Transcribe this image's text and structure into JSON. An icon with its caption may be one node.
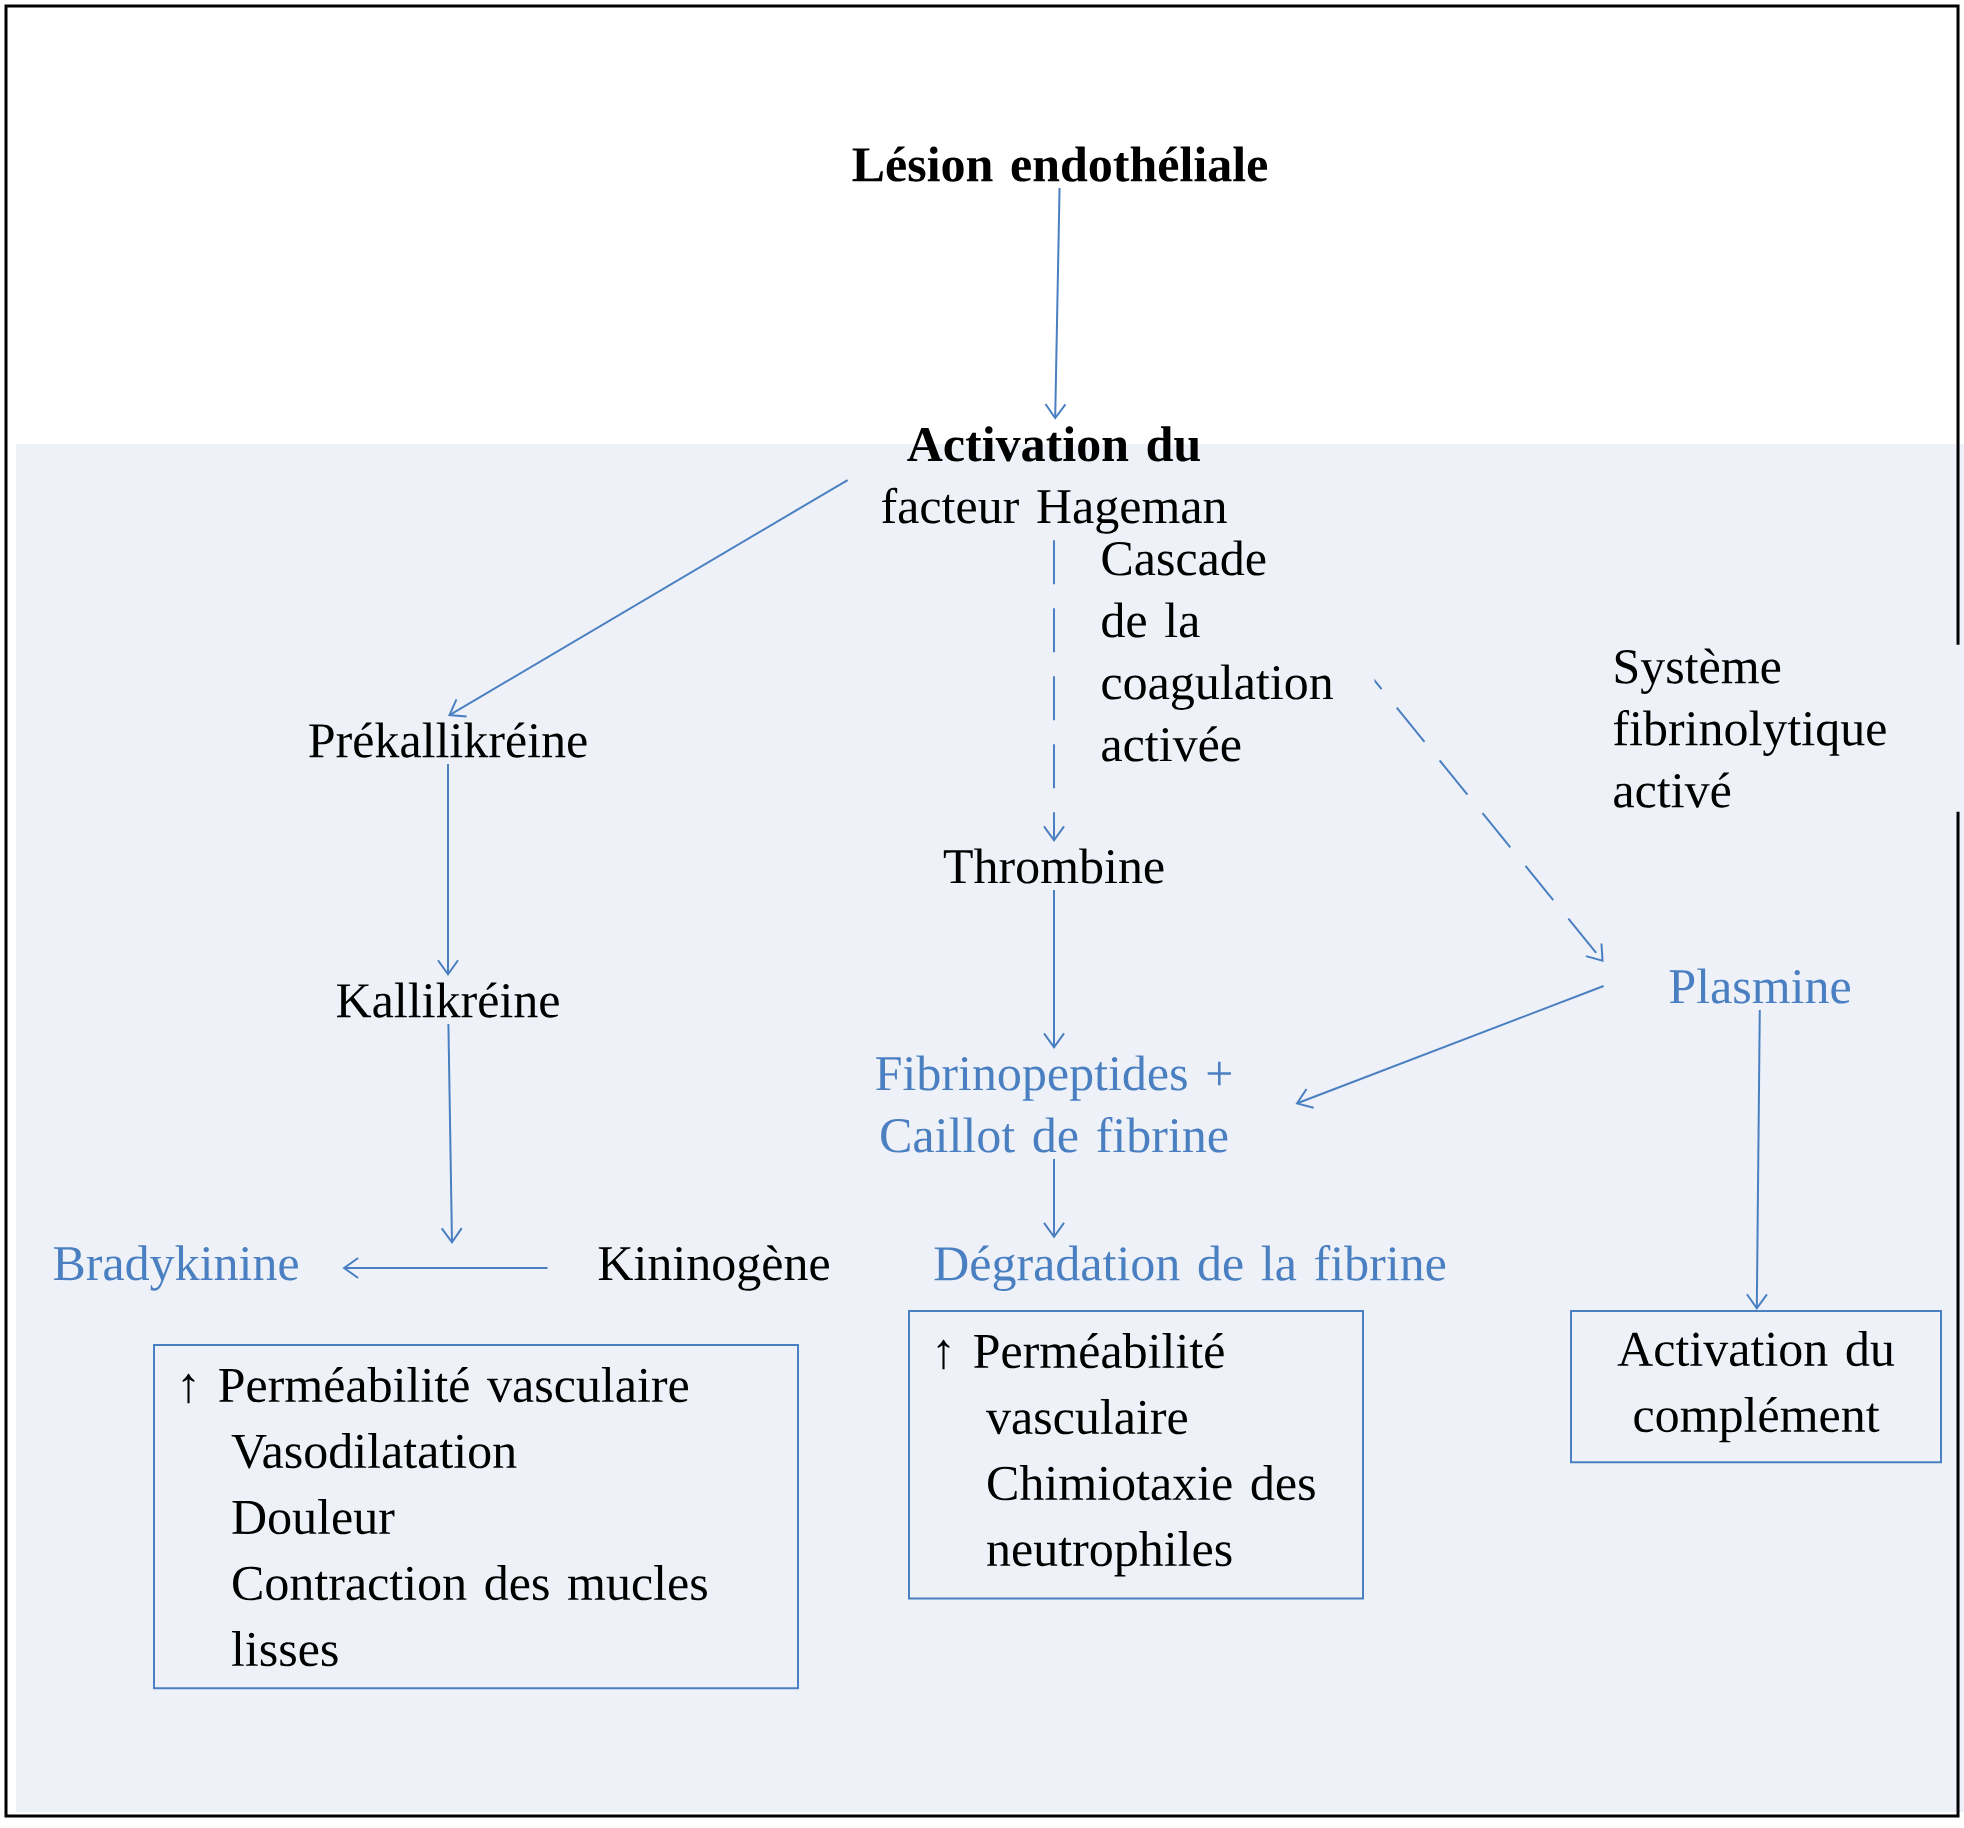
{
  "diagram": {
    "nodes": [
      {
        "text": [
          "Lésion endothéliale"
        ]
      },
      {
        "text": [
          "**Activation du** facteur Hageman"
        ]
      },
      {
        "text": [
          "Prékallikréine"
        ]
      },
      {
        "text": [
          "Thrombine"
        ]
      },
      {
        "text": [
          "Plasmine"
        ]
      },
      {
        "text": [
          "Kallikréine"
        ]
      },
      {
        "text": [
          "Fibrinopeptides + Caillot de fibrine"
        ]
      },
      {
        "text": [
          "Bradykinine"
        ]
      },
      {
        "text": [
          "Kininogène"
        ]
      },
      {
        "text": [
          "Dégradation de la fibrine"
        ]
      },
      {
        "text": [
          "↑ Perméabilité vasculaire",
          "Vasodilatation",
          "Douleur",
          "Contraction des mucles lisses"
        ]
      },
      {
        "text": [
          "↑ Perméabilité vasculaire",
          "Chimiotaxie des neutrophiles"
        ]
      },
      {
        "text": [
          "Activation du complément"
        ]
      }
    ],
    "edges": [
      {
        "from": 0,
        "to": 1,
        "arrow": "to"
      },
      {
        "from": 1,
        "to": 2,
        "arrow": "to"
      },
      {
        "from": 1,
        "to": 3,
        "arrow": "to",
        "style": "dashed",
        "label": "Cascade de la coagulation activée"
      },
      {
        "from": 1,
        "to": 4,
        "arrow": "to",
        "style": "dashed",
        "label": "Système fibrinolytique activé"
      },
      {
        "from": 2,
        "to": 5,
        "arrow": "to"
      },
      {
        "from": 3,
        "to": 6,
        "arrow": "to"
      },
      {
        "from": 4,
        "to": 6,
        "arrow": "to"
      },
      {
        "from": 5,
        "to": null,
        "arrow": "to"
      },
      {
        "from": 8,
        "to": 7,
        "arrow": "to"
      },
      {
        "from": 6,
        "to": 9,
        "arrow": "to"
      },
      {
        "from": 4,
        "to": 12,
        "arrow": "to"
      }
    ]
  }
}
